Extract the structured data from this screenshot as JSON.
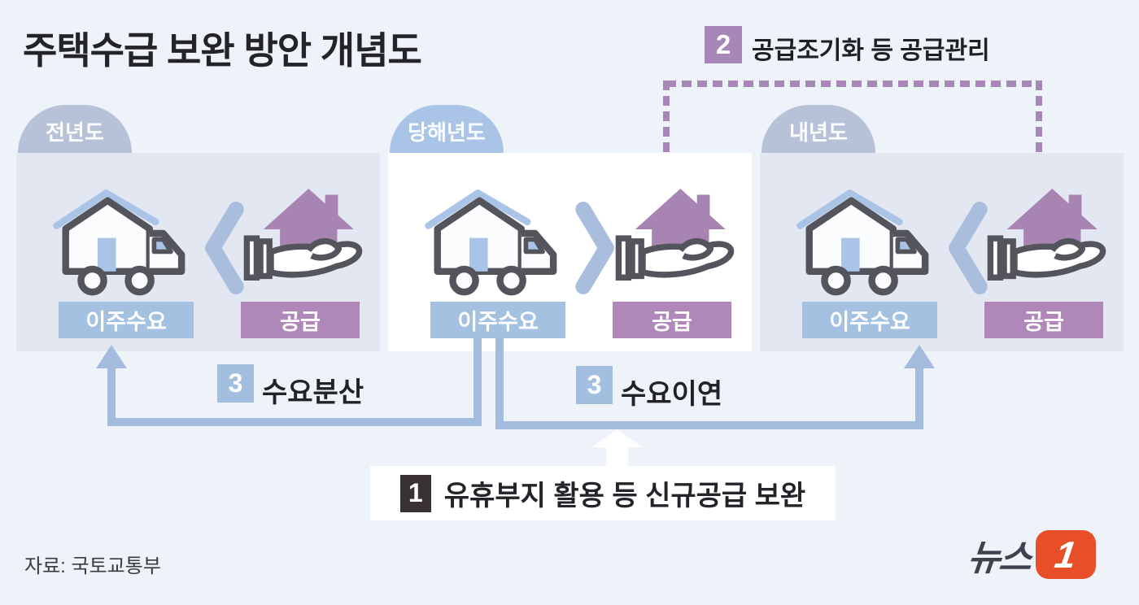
{
  "title": "주택수급 보완 방안 개념도",
  "source": "자료: 국토교통부",
  "brand": {
    "name": "뉴스",
    "one": "1"
  },
  "callouts": {
    "supply_mgmt": {
      "num": "2",
      "label": "공급조기화 등 공급관리"
    },
    "demand_dispersion": {
      "num": "3",
      "label": "수요분산"
    },
    "demand_deferral": {
      "num": "3",
      "label": "수요이연"
    },
    "new_supply": {
      "num": "1",
      "label": "유휴부지 활용 등 신규공급 보완"
    }
  },
  "panels": [
    {
      "year": "전년도",
      "comparison": "<",
      "demand": "이주수요",
      "supply": "공급"
    },
    {
      "year": "당해년도",
      "comparison": ">",
      "demand": "이주수요",
      "supply": "공급"
    },
    {
      "year": "내년도",
      "comparison": "<",
      "demand": "이주수요",
      "supply": "공급"
    }
  ],
  "colors": {
    "accent_purple": "#a787b8",
    "accent_blue": "#a3bcde",
    "demand_tag": "#a5c1e2",
    "supply_tag": "#af87b9",
    "house_purple": "#a884b3",
    "badge_dark": "#393134",
    "brand_orange": "#e84e28"
  }
}
